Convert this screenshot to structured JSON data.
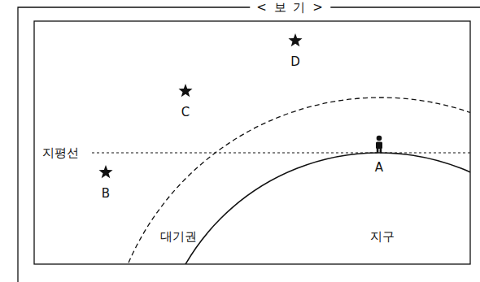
{
  "diagram": {
    "title": "< 보 기 >",
    "labels": [
      "D",
      "C",
      "지평선",
      "B",
      "A",
      "대기권",
      "지구"
    ]
  }
}
